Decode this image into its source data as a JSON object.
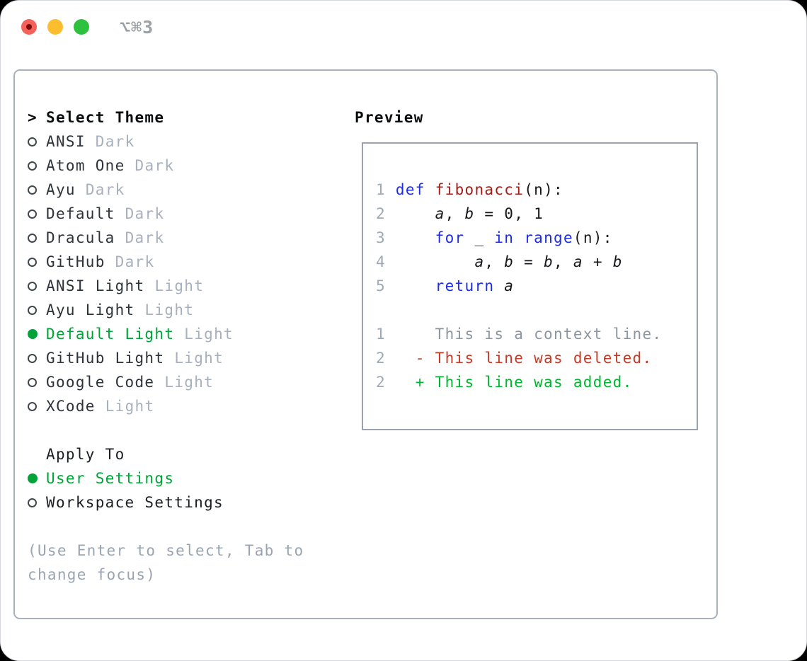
{
  "window": {
    "title": "⌥⌘3"
  },
  "titlebar_buttons": {
    "close": "close",
    "minimize": "minimize",
    "zoom": "zoom"
  },
  "colors": {
    "selection_green": "#00a338",
    "diff_added_green": "#00b62e",
    "diff_deleted_red": "#c63a26",
    "context_gray": "#8d959f",
    "keyword_blue": "#1d2ce6",
    "function_red": "#a51b15",
    "code_default": "#16181b",
    "line_number_gray": "#9fa9b5",
    "muted_tag_gray": "#a8b0bd",
    "help_gray": "#9aa4b1",
    "traffic_red": "#f4605a",
    "traffic_yellow": "#fcbd2f",
    "traffic_green": "#2ec13d"
  },
  "sidebar": {
    "pointer": ">",
    "header": "Select Theme",
    "items": [
      {
        "name": "ANSI",
        "tag": "Dark",
        "selected": false
      },
      {
        "name": "Atom One",
        "tag": "Dark",
        "selected": false
      },
      {
        "name": "Ayu",
        "tag": "Dark",
        "selected": false
      },
      {
        "name": "Default",
        "tag": "Dark",
        "selected": false
      },
      {
        "name": "Dracula",
        "tag": "Dark",
        "selected": false
      },
      {
        "name": "GitHub",
        "tag": "Dark",
        "selected": false
      },
      {
        "name": "ANSI Light",
        "tag": "Light",
        "selected": false
      },
      {
        "name": "Ayu Light",
        "tag": "Light",
        "selected": false
      },
      {
        "name": "Default Light",
        "tag": "Light",
        "selected": true
      },
      {
        "name": "GitHub Light",
        "tag": "Light",
        "selected": false
      },
      {
        "name": "Google Code",
        "tag": "Light",
        "selected": false
      },
      {
        "name": "XCode",
        "tag": "Light",
        "selected": false
      }
    ],
    "apply_to": {
      "header": "Apply To",
      "options": [
        {
          "label": "User Settings",
          "selected": true
        },
        {
          "label": "Workspace Settings",
          "selected": false
        }
      ]
    },
    "help": "(Use Enter to select, Tab to change focus)"
  },
  "preview": {
    "header": "Preview",
    "lines": [
      {
        "num": "1",
        "tokens": [
          {
            "t": "def",
            "c": "kw"
          },
          {
            "t": " "
          },
          {
            "t": "fibonacci",
            "c": "fn"
          },
          {
            "t": "(n):"
          }
        ]
      },
      {
        "num": "2",
        "tokens": [
          {
            "t": "    "
          },
          {
            "t": "a",
            "c": "var"
          },
          {
            "t": ", "
          },
          {
            "t": "b",
            "c": "var"
          },
          {
            "t": " = 0, 1"
          }
        ]
      },
      {
        "num": "3",
        "tokens": [
          {
            "t": "    "
          },
          {
            "t": "for",
            "c": "kw"
          },
          {
            "t": " _ "
          },
          {
            "t": "in",
            "c": "kw"
          },
          {
            "t": " "
          },
          {
            "t": "range",
            "c": "kw"
          },
          {
            "t": "(n):"
          }
        ]
      },
      {
        "num": "4",
        "tokens": [
          {
            "t": "        "
          },
          {
            "t": "a",
            "c": "var"
          },
          {
            "t": ", "
          },
          {
            "t": "b",
            "c": "var"
          },
          {
            "t": " = "
          },
          {
            "t": "b",
            "c": "var"
          },
          {
            "t": ", "
          },
          {
            "t": "a",
            "c": "var"
          },
          {
            "t": " + "
          },
          {
            "t": "b",
            "c": "var"
          }
        ]
      },
      {
        "num": "5",
        "tokens": [
          {
            "t": "    "
          },
          {
            "t": "return",
            "c": "kw"
          },
          {
            "t": " "
          },
          {
            "t": "a",
            "c": "var"
          }
        ]
      },
      {
        "num": "",
        "tokens": []
      },
      {
        "num": "1",
        "tokens": [
          {
            "t": "    This is a context line.",
            "c": "ctx"
          }
        ]
      },
      {
        "num": "2",
        "tokens": [
          {
            "t": "  - This line was deleted.",
            "c": "del"
          }
        ]
      },
      {
        "num": "2",
        "tokens": [
          {
            "t": "  + This line was added.",
            "c": "add"
          }
        ]
      }
    ]
  }
}
